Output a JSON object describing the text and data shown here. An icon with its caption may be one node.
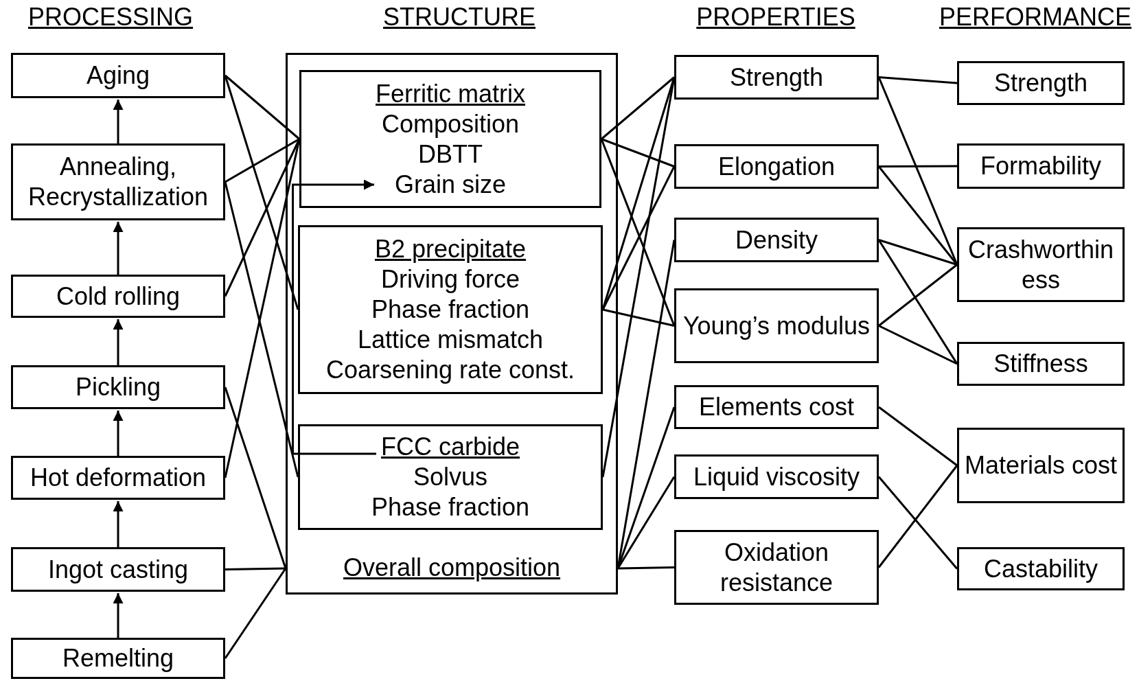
{
  "diagram": {
    "nodes": [
      {
        "text": [
          "Aging"
        ]
      },
      {
        "text": [
          "Annealing, Recrystallization"
        ]
      },
      {
        "text": [
          "Cold rolling"
        ]
      },
      {
        "text": [
          "Pickling"
        ]
      },
      {
        "text": [
          "Hot deformation"
        ]
      },
      {
        "text": [
          "Ingot casting"
        ]
      },
      {
        "text": [
          "Remelting"
        ]
      },
      {
        "text": [
          "Overall composition"
        ]
      },
      {
        "text": [
          "Ferritic matrix",
          "Composition",
          "DBTT",
          "Grain size"
        ],
        "in": 7
      },
      {
        "text": [
          "B2 precipitate",
          "Driving force",
          "Phase fraction",
          "Lattice mismatch",
          "Coarsening rate const."
        ],
        "in": 7
      },
      {
        "text": [
          "FCC carbide",
          "Solvus",
          "Phase fraction"
        ],
        "in": 7
      },
      {
        "text": [
          "Strength"
        ]
      },
      {
        "text": [
          "Elongation"
        ]
      },
      {
        "text": [
          "Density"
        ]
      },
      {
        "text": [
          "Young’s modulus"
        ]
      },
      {
        "text": [
          "Elements cost"
        ]
      },
      {
        "text": [
          "Liquid viscosity"
        ]
      },
      {
        "text": [
          "Oxidation resistance"
        ]
      },
      {
        "text": [
          "Strength"
        ]
      },
      {
        "text": [
          "Formability"
        ]
      },
      {
        "text": [
          "Crashworthiness"
        ]
      },
      {
        "text": [
          "Stiffness"
        ]
      },
      {
        "text": [
          "Materials cost"
        ]
      },
      {
        "text": [
          "Castability"
        ]
      }
    ],
    "edges": [
      {
        "from": 6,
        "to": 5,
        "arrow": "to"
      },
      {
        "from": 5,
        "to": 4,
        "arrow": "to"
      },
      {
        "from": 4,
        "to": 3,
        "arrow": "to"
      },
      {
        "from": 3,
        "to": 2,
        "arrow": "to"
      },
      {
        "from": 2,
        "to": 1,
        "arrow": "to"
      },
      {
        "from": 1,
        "to": 0,
        "arrow": "to"
      },
      {
        "from": 0,
        "to": 8,
        "arrow": "none"
      },
      {
        "from": 0,
        "to": 9,
        "arrow": "none"
      },
      {
        "from": 1,
        "to": 8,
        "arrow": "none"
      },
      {
        "from": 1,
        "to": 10,
        "arrow": "none"
      },
      {
        "from": 2,
        "to": 8,
        "arrow": "none"
      },
      {
        "from": 4,
        "to": 8,
        "arrow": "none"
      },
      {
        "from": 3,
        "to": 7,
        "arrow": "none"
      },
      {
        "from": 5,
        "to": 7,
        "arrow": "none"
      },
      {
        "from": 6,
        "to": 7,
        "arrow": "none"
      },
      {
        "from": 8,
        "to": 11,
        "arrow": "none"
      },
      {
        "from": 8,
        "to": 12,
        "arrow": "none"
      },
      {
        "from": 8,
        "to": 14,
        "arrow": "none"
      },
      {
        "from": 9,
        "to": 11,
        "arrow": "none"
      },
      {
        "from": 9,
        "to": 12,
        "arrow": "none"
      },
      {
        "from": 9,
        "to": 14,
        "arrow": "none"
      },
      {
        "from": 10,
        "to": 11,
        "arrow": "none"
      },
      {
        "from": 7,
        "to": 13,
        "arrow": "none"
      },
      {
        "from": 7,
        "to": 15,
        "arrow": "none"
      },
      {
        "from": 7,
        "to": 16,
        "arrow": "none"
      },
      {
        "from": 7,
        "to": 17,
        "arrow": "none"
      },
      {
        "from": 11,
        "to": 18,
        "arrow": "none"
      },
      {
        "from": 11,
        "to": 20,
        "arrow": "none"
      },
      {
        "from": 12,
        "to": 19,
        "arrow": "none"
      },
      {
        "from": 12,
        "to": 20,
        "arrow": "none"
      },
      {
        "from": 13,
        "to": 20,
        "arrow": "none"
      },
      {
        "from": 13,
        "to": 21,
        "arrow": "none"
      },
      {
        "from": 14,
        "to": 20,
        "arrow": "none"
      },
      {
        "from": 14,
        "to": 21,
        "arrow": "none"
      },
      {
        "from": 15,
        "to": 22,
        "arrow": "none"
      },
      {
        "from": 16,
        "to": 23,
        "arrow": "none"
      },
      {
        "from": 17,
        "to": 22,
        "arrow": "none"
      },
      {
        "from": 10,
        "to": 8,
        "arrow": "to"
      }
    ],
    "labels": [
      "PROCESSING",
      "STRUCTURE",
      "PROPERTIES",
      "PERFORMANCE"
    ]
  }
}
